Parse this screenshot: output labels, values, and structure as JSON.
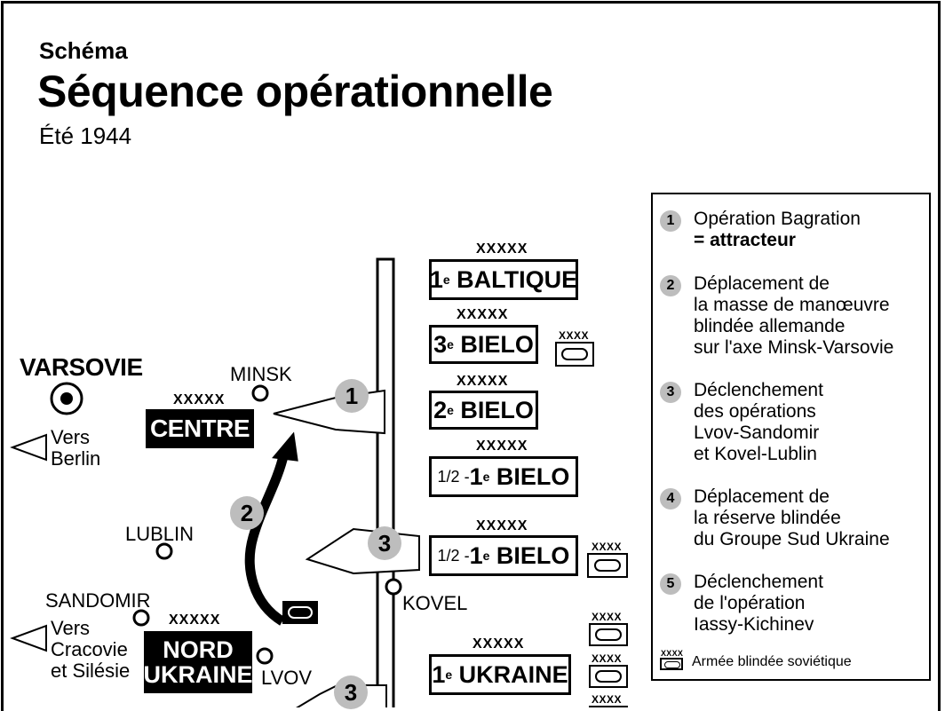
{
  "header": {
    "sup": "Schéma",
    "title": "Séquence opérationnelle",
    "subtitle": "Été 1944"
  },
  "map": {
    "varsovie": "VARSOVIE",
    "minsk": "MINSK",
    "lublin": "LUBLIN",
    "sandomir": "SANDOMIR",
    "kovel": "KOVEL",
    "lvov": "LVOV",
    "vers_berlin": [
      "Vers",
      "Berlin"
    ],
    "vers_cracovie": [
      "Vers",
      "Cracovie",
      "et Silésie"
    ]
  },
  "units": {
    "echelon5": "XXXXX",
    "echelon4": "XXXX",
    "centre": "CENTRE",
    "nord_ukraine": [
      "NORD",
      "UKRAINE"
    ],
    "baltique": {
      "ord": "1",
      "sup": "e",
      "name": "BALTIQUE"
    },
    "bielo3": {
      "ord": "3",
      "sup": "e",
      "name": "BIELO"
    },
    "bielo2": {
      "ord": "2",
      "sup": "e",
      "name": "BIELO"
    },
    "bielo1a": {
      "pre": "1/2 - ",
      "ord": "1",
      "sup": "e",
      "name": "BIELO"
    },
    "bielo1b": {
      "pre": "1/2 - ",
      "ord": "1",
      "sup": "e",
      "name": "BIELO"
    },
    "ukraine1": {
      "ord": "1",
      "sup": "e",
      "name": "UKRAINE"
    }
  },
  "markers": [
    "1",
    "2",
    "3",
    "3"
  ],
  "legend": {
    "items": [
      {
        "num": "1",
        "lines": [
          "Opération Bagration"
        ],
        "bold_line": "= attracteur"
      },
      {
        "num": "2",
        "lines": [
          "Déplacement de",
          "la masse de manœuvre",
          "blindée allemande",
          "sur l'axe Minsk-Varsovie"
        ]
      },
      {
        "num": "3",
        "lines": [
          "Déclenchement",
          "des opérations",
          "Lvov-Sandomir",
          "et Kovel-Lublin"
        ]
      },
      {
        "num": "4",
        "lines": [
          "Déplacement de",
          "la réserve blindée",
          "du Groupe Sud Ukraine"
        ]
      },
      {
        "num": "5",
        "lines": [
          "Déclenchement",
          "de l'opération",
          "Iassy-Kichinev"
        ]
      }
    ],
    "key_label": "Armée blindée soviétique",
    "key_echelon": "XXXX"
  }
}
